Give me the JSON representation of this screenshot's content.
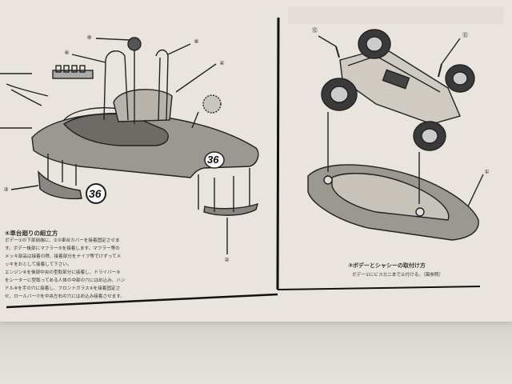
{
  "steps": {
    "step4": {
      "heading": "④車台廻りの組立方",
      "lines": [
        "ボデー①の下部前端に、②③車台カバーを接着固定させま",
        "す。ボデー後部にマフラー⑤を接着します。マフラー等の",
        "メッキ部品は接着の際、接着部分をナイフ等でけずってメ",
        "ッキをおとして接着して下さい。",
        "エンジン⑥を後部中央の型取部分に接着し、ドライバー⑨",
        "をシーターに型取ってある人体の中部の穴にはめ込み、ハン",
        "ドル⑧を手の穴に接着し、フロントガラス④を接着固定さ",
        "せ、ロールバー⑦を中央左右の穴にはめ込み接着させます。"
      ]
    },
    "step3": {
      "heading": "③ボデーとシャシーの取付け方",
      "text": "ボデー①にビス⑫二本で止付ける。（図参照）"
    }
  },
  "callouts": {
    "c9": "⑨",
    "c8": "⑧",
    "c6": "⑥",
    "c4": "④",
    "c3": "③",
    "c2": "②",
    "c1": "①",
    "c12a": "⑫",
    "c12b": "⑫"
  },
  "badges": {
    "hood_number": "36",
    "side_number": "36"
  }
}
